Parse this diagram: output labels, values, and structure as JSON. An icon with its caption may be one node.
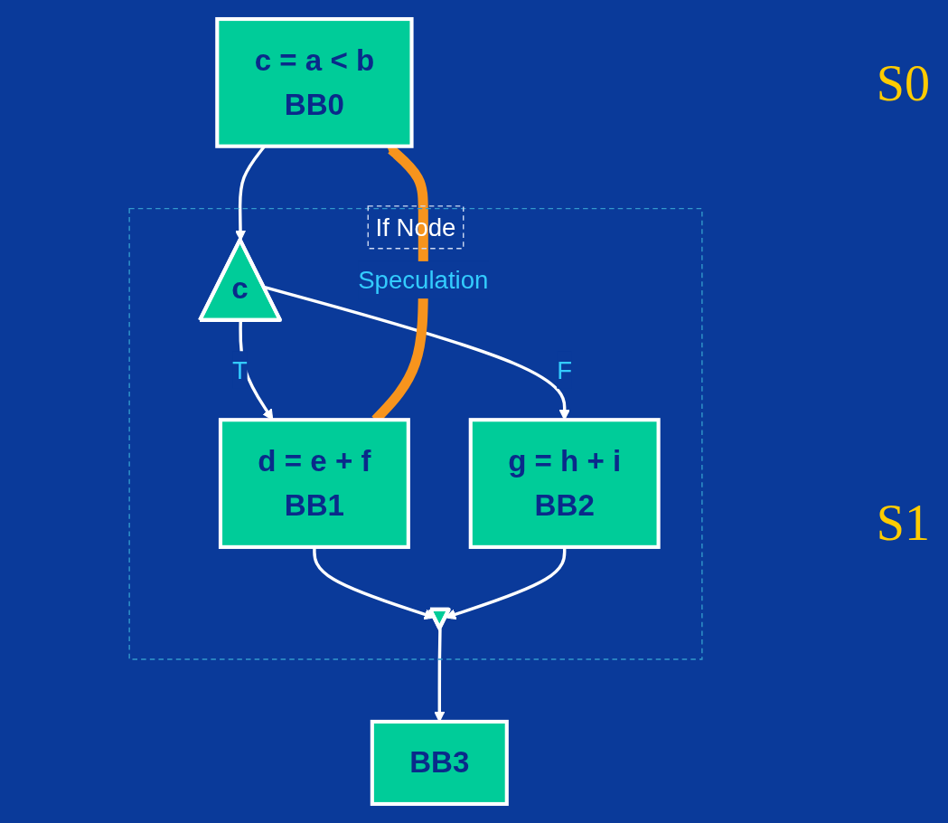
{
  "diagram": {
    "nodes": [
      {
        "text": [
          "c = a < b",
          "BB0"
        ]
      },
      {
        "text": [
          "If Node"
        ]
      },
      {
        "text": [
          "c"
        ],
        "in": 1
      },
      {
        "text": [
          "d = e + f",
          "BB1"
        ],
        "in": 1
      },
      {
        "text": [
          "g = h + i",
          "BB2"
        ],
        "in": 1
      },
      {
        "text": [],
        "shape": "triangle",
        "in": 1
      },
      {
        "text": [
          "BB3"
        ]
      }
    ],
    "edges": [
      {
        "from": 0,
        "to": 2,
        "arrow": "to"
      },
      {
        "from": 2,
        "to": 3,
        "label": "T",
        "arrow": "to"
      },
      {
        "from": 2,
        "to": 4,
        "label": "F",
        "arrow": "to"
      },
      {
        "from": 3,
        "to": 5,
        "arrow": "to"
      },
      {
        "from": 4,
        "to": 5,
        "arrow": "to"
      },
      {
        "from": 5,
        "to": 6,
        "arrow": "to"
      },
      {
        "from": 3,
        "to": 0,
        "label": "Speculation",
        "arrow": "to",
        "style": "thick",
        "color": "#f7941d"
      }
    ],
    "labels": [
      "S0",
      "S1"
    ]
  }
}
